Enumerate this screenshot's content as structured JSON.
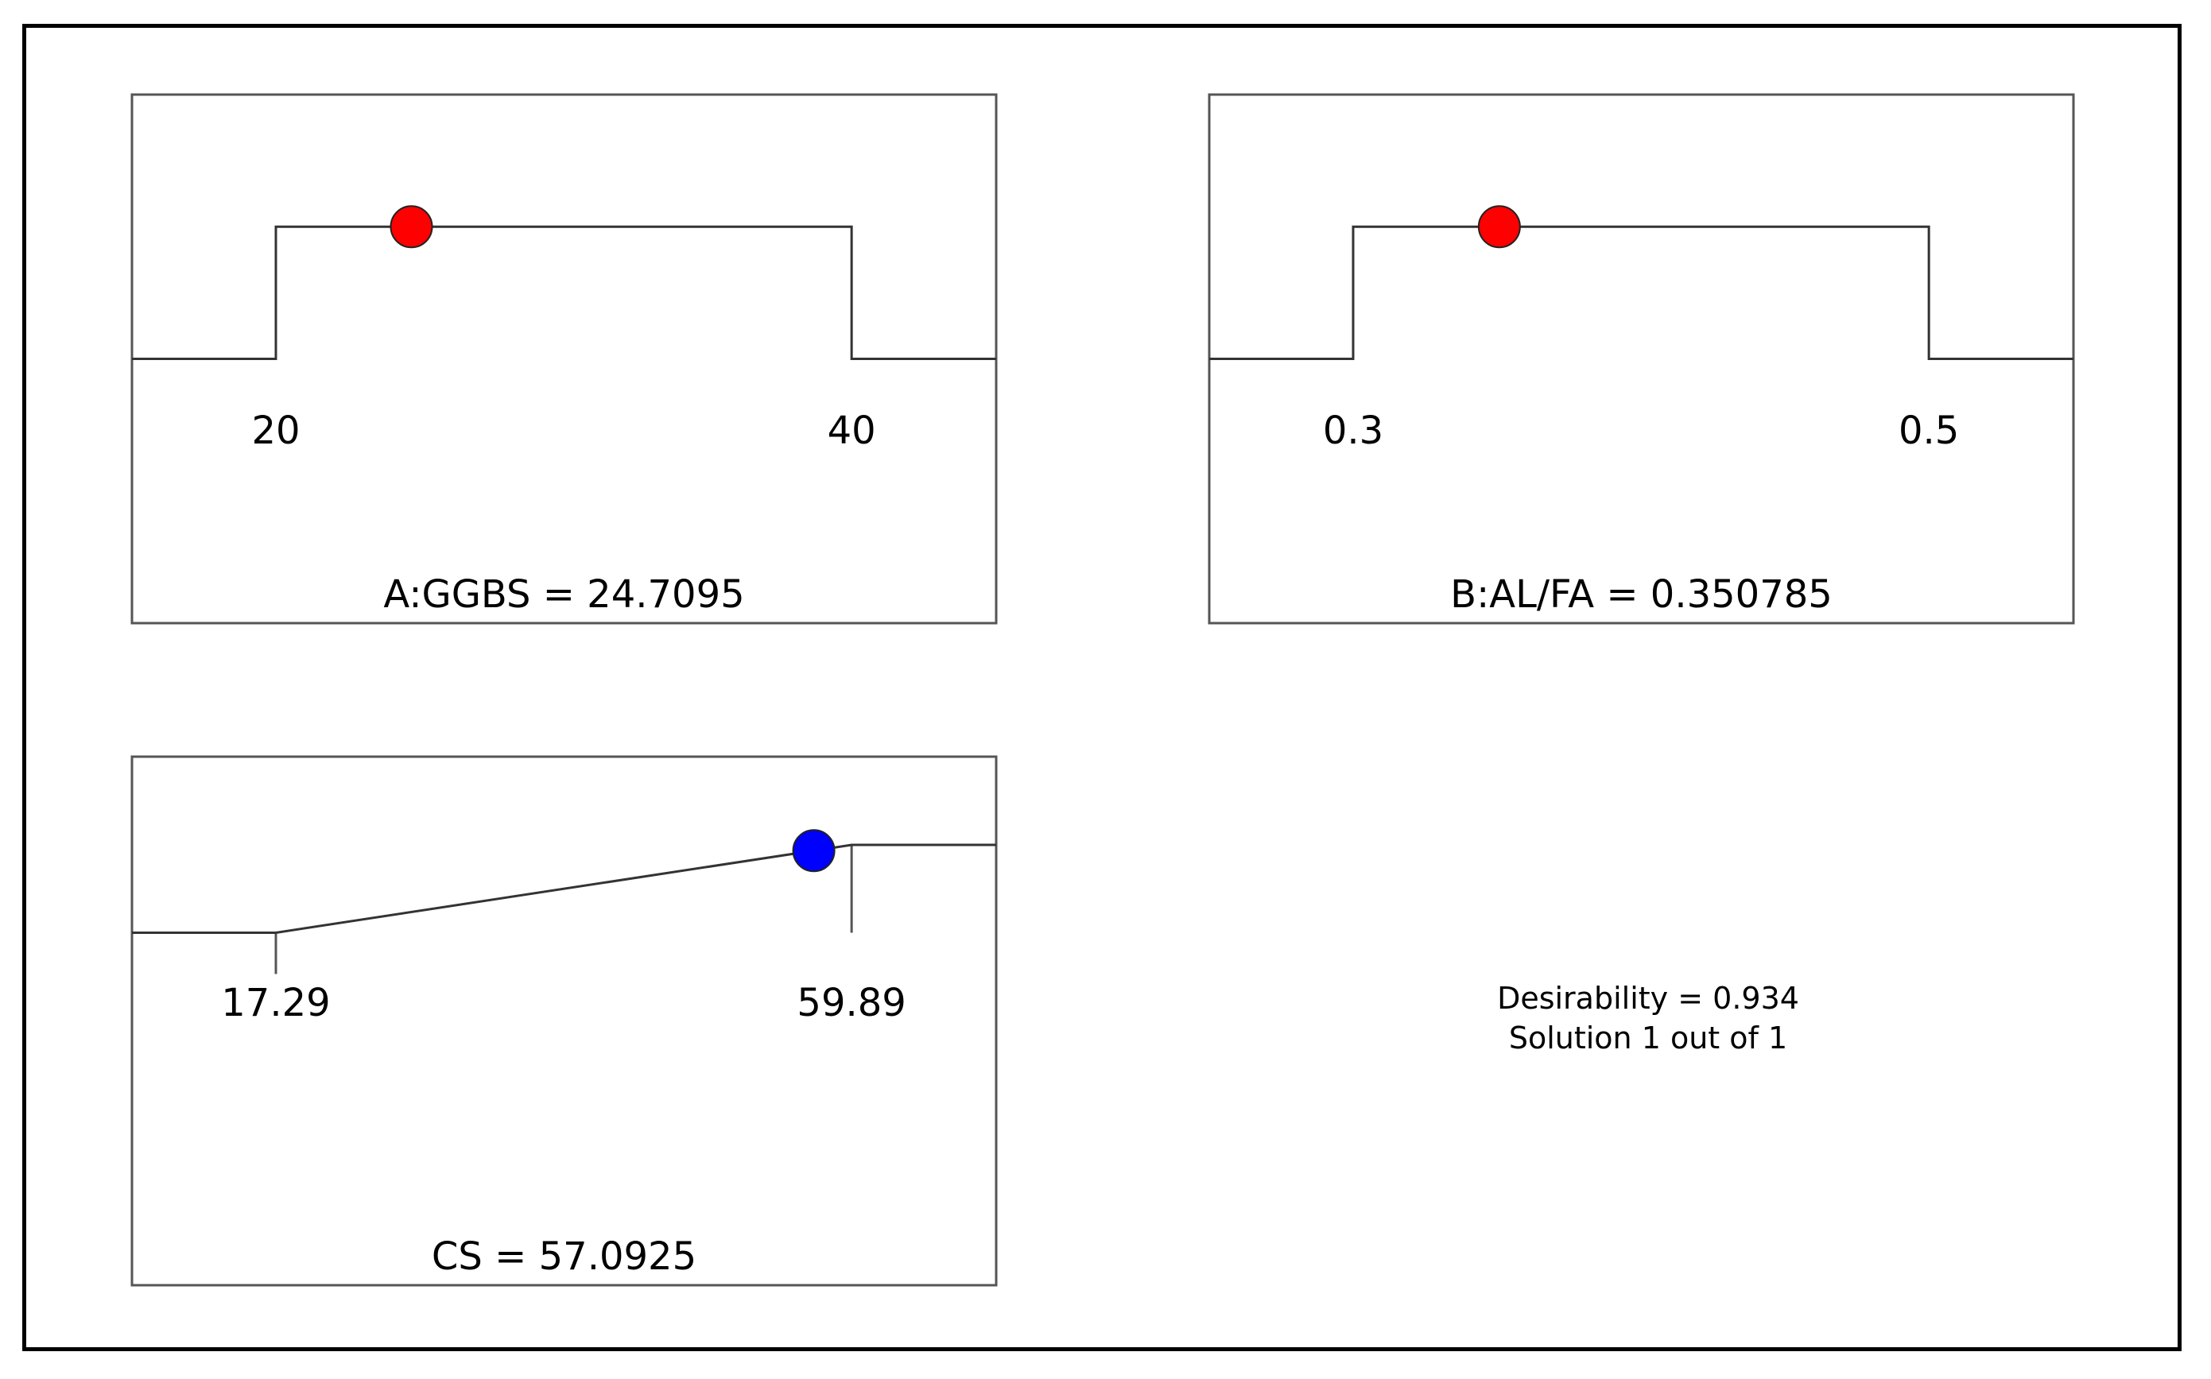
{
  "chart_data": [
    {
      "type": "desirability-ramp",
      "name": "A:GGBS",
      "goal_shape": "in-range",
      "low": 20,
      "high": 40,
      "value": 24.7095,
      "tick_labels": [
        "20",
        "40"
      ],
      "label": "A:GGBS = 24.7095",
      "marker_color": "#ff0000"
    },
    {
      "type": "desirability-ramp",
      "name": "B:AL/FA",
      "goal_shape": "in-range",
      "low": 0.3,
      "high": 0.5,
      "value": 0.350785,
      "tick_labels": [
        "0.3",
        "0.5"
      ],
      "label": "B:AL/FA = 0.350785",
      "marker_color": "#ff0000"
    },
    {
      "type": "desirability-ramp",
      "name": "CS",
      "goal_shape": "maximize",
      "low": 17.29,
      "high": 59.89,
      "value": 57.0925,
      "tick_labels": [
        "17.29",
        "59.89"
      ],
      "label": "CS = 57.0925",
      "marker_color": "#0000ff"
    }
  ],
  "summary": {
    "desirability": "Desirability = 0.934",
    "solution": "Solution 1 out of 1"
  }
}
